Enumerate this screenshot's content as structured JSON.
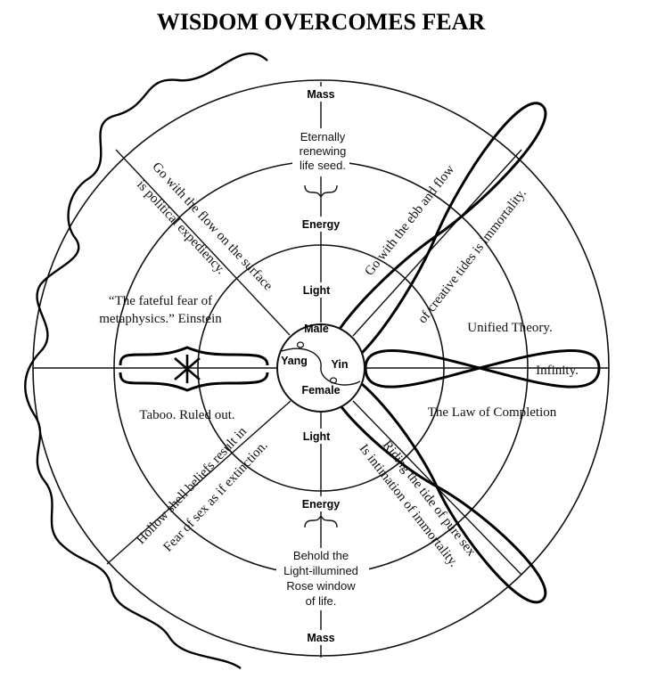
{
  "title": "WISDOM OVERCOMES FEAR",
  "axis_labels": {
    "top_mass": "Mass",
    "top_energy": "Energy",
    "top_light": "Light",
    "bottom_light": "Light",
    "bottom_energy": "Energy",
    "bottom_mass": "Mass"
  },
  "center": {
    "male": "Male",
    "female": "Female",
    "yang": "Yang",
    "yin": "Yin"
  },
  "top_text": [
    "Eternally",
    "renewing",
    "life seed."
  ],
  "bottom_text": [
    "Behold the",
    "Light-illumined",
    "Rose window",
    "of life."
  ],
  "diagonals": {
    "upper_left": [
      "Go with the flow on the surface",
      "is political expediency."
    ],
    "upper_right": [
      "Go with the ebb and flow",
      "of creative tides is immortality."
    ],
    "lower_left": [
      "Hollow shell beliefs result in",
      "Fear of sex as if extinction."
    ],
    "lower_right": [
      "Riding the tide of pure sex",
      "Is intimation of immortality."
    ]
  },
  "left_text": {
    "quote_line1": "“The fateful fear of",
    "quote_line2": "metaphysics.”  Einstein",
    "taboo": "Taboo.  Ruled out."
  },
  "right_text": {
    "unified": "Unified Theory.",
    "infinity": "Infinity.",
    "completion": "The Law of Completion"
  }
}
